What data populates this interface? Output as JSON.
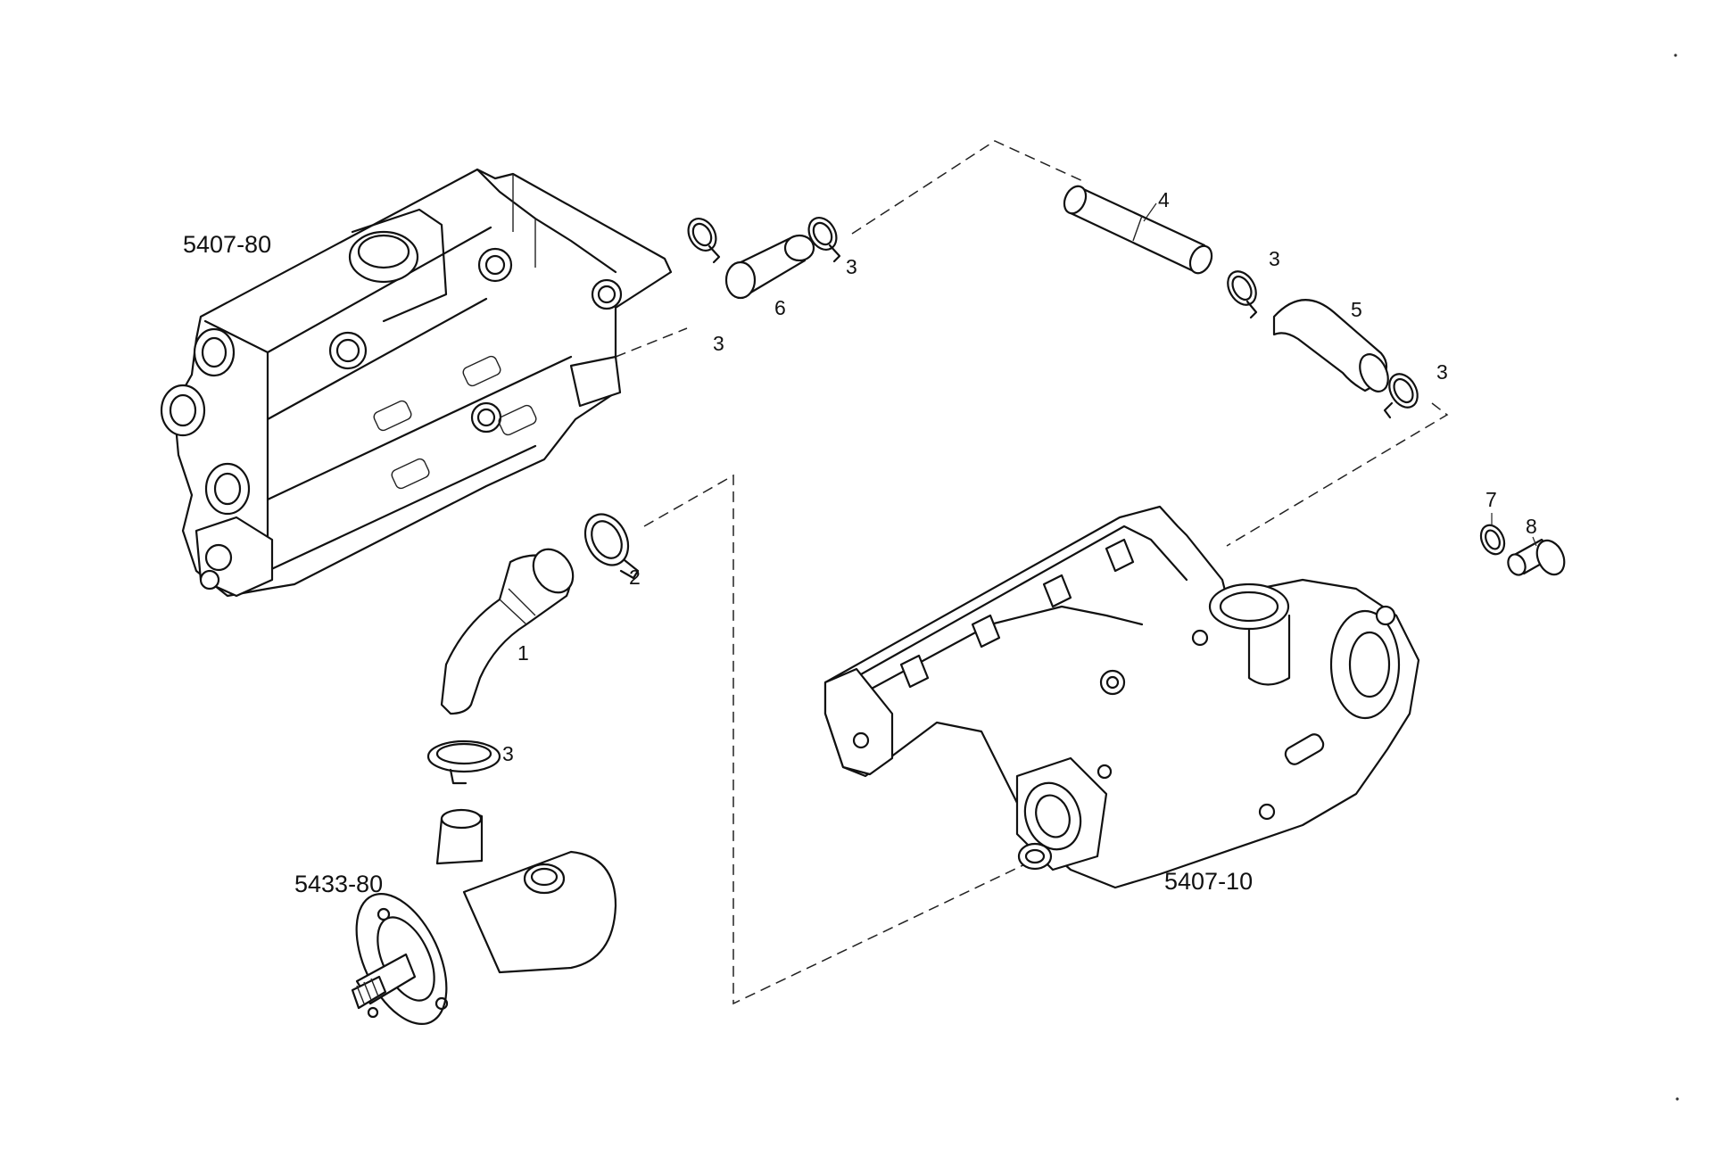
{
  "assemblies": {
    "cylinder_head": "5407-80",
    "water_pump": "5433-80",
    "exhaust_manifold": "5407-10"
  },
  "parts": {
    "hose_1": "1",
    "clamp_2": "2",
    "clamp_3_a": "3",
    "clamp_3_b": "3",
    "clamp_3_c": "3",
    "clamp_3_d": "3",
    "clamp_3_e": "3",
    "pipe_4": "4",
    "hose_5": "5",
    "hose_6": "6",
    "seal_7": "7",
    "plug_8": "8"
  }
}
